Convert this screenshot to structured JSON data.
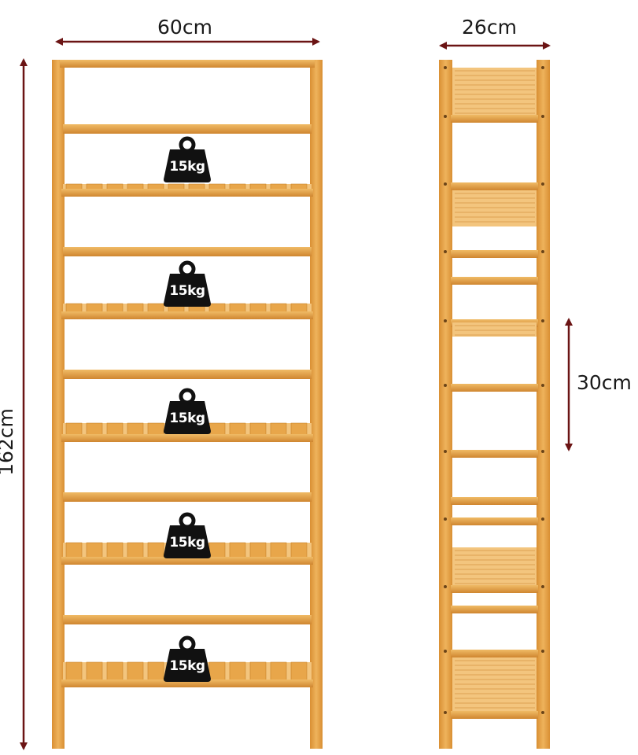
{
  "dimensions": {
    "width": "60cm",
    "depth": "26cm",
    "height": "162cm",
    "shelf_spacing": "30cm"
  },
  "load_badges": [
    {
      "label": "15kg"
    },
    {
      "label": "15kg"
    },
    {
      "label": "15kg"
    },
    {
      "label": "15kg"
    },
    {
      "label": "15kg"
    }
  ],
  "colors": {
    "wood": "#e8a64a",
    "wood_dark": "#c9822a",
    "wood_light": "#f3c57e",
    "arrow": "#6b1414",
    "badge": "#111111",
    "background": "#ffffff"
  },
  "icons": {
    "weight": "kettlebell-weight-icon"
  }
}
